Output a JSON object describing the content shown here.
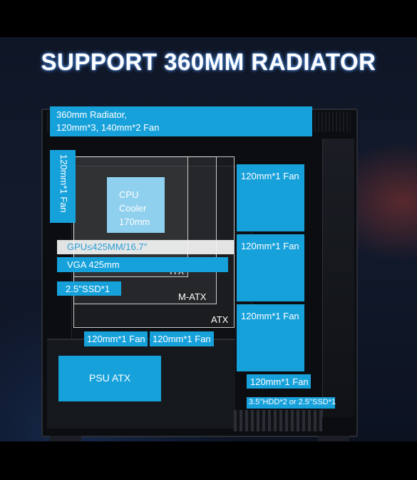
{
  "title": "SUPPORT 360MM RADIATOR",
  "radiator": {
    "line1": "360mm Radiator,",
    "line2": "120mm*3, 140mm*2 Fan"
  },
  "rear_fan": "120mm*1 Fan",
  "cpu_cooler": {
    "line1": "CPU",
    "line2": "Cooler",
    "line3": "170mm"
  },
  "gpu_length": "GPU≤425MM/16.7''",
  "vga": "VGA 425mm",
  "ssd": "2.5''SSD*1",
  "form_factors": {
    "itx": "ITX",
    "matx": "M-ATX",
    "atx": "ATX"
  },
  "side_fans": [
    "120mm*1 Fan",
    "120mm*1 Fan",
    "120mm*1 Fan"
  ],
  "bottom_fans": [
    "120mm*1 Fan",
    "120mm*1 Fan"
  ],
  "bottom_right_fan": "120mm*1 Fan",
  "psu": "PSU ATX",
  "hdd": "3.5''HDD*2 or 2.5''SSD*1"
}
